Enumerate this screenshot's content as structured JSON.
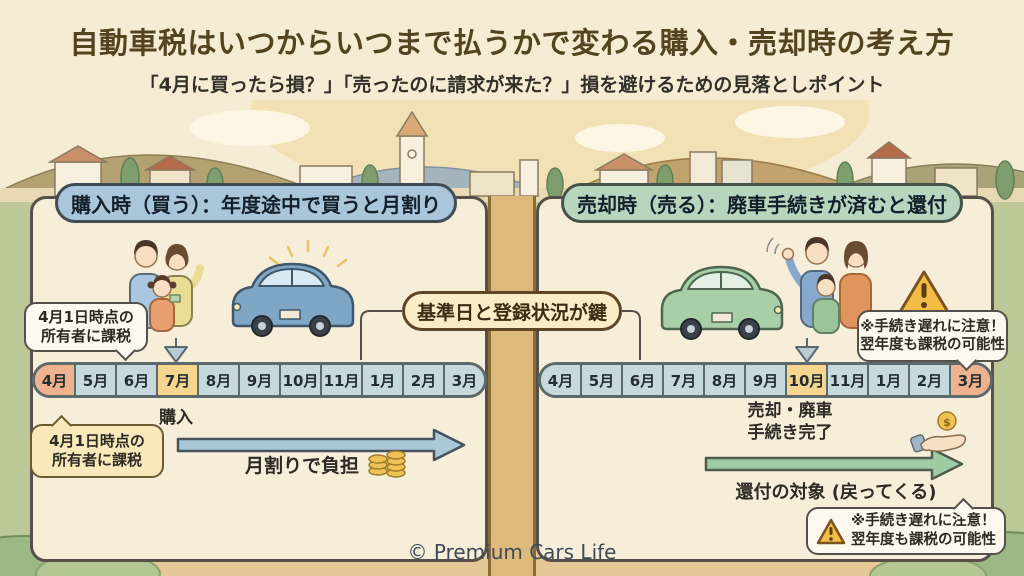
{
  "header": {
    "title": "自動車税はいつからいつまで払うかで変わる購入・売却時の考え方",
    "subtitle": "「4月に買ったら損？」「売ったのに請求が来た？」損を避けるための見落としポイント"
  },
  "months": [
    "4月",
    "5月",
    "6月",
    "7月",
    "8月",
    "9月",
    "10月",
    "11月",
    "1月",
    "2月",
    "3月"
  ],
  "center_badge": {
    "label": "基準日と登録状況が鍵"
  },
  "buy_panel": {
    "header": "購入時（買う）：年度途中で買うと月割り",
    "tax_bubble_top": {
      "line1": "4月1日時点の",
      "line2": "所有者に課税"
    },
    "tax_bubble_bottom": {
      "line1": "4月1日時点の",
      "line2": "所有者に課税"
    },
    "purchase_label": "購入",
    "proration_label": "月割りで負担"
  },
  "sell_panel": {
    "header": "売却時（売る）：廃車手続きが済むと還付",
    "completion_label": {
      "line1": "売却・廃車",
      "line2": "手続き完了"
    },
    "refund_label": "還付の対象 (戻ってくる)",
    "warning_top": {
      "line1": "※手続き遅れに注意！",
      "line2": "翌年度も課税の可能性"
    },
    "warning_bottom": {
      "line1": "※手続き遅れに注意！",
      "line2": "翌年度も課税の可能性"
    }
  },
  "footer": {
    "credit": "© Premium Cars Life"
  },
  "icons": {
    "warning": "warning-triangle",
    "coins": "coin-stack",
    "refund": "hand-with-coin",
    "pointer": "down-arrow"
  },
  "colors": {
    "title_text": "#54431f",
    "buy_header_bg": "#a9c6da",
    "sell_header_bg": "#b7d6bd",
    "badge_bg": "#f9ecc7",
    "month_default": "#c6dade",
    "month_start_highlight": "#efb28e",
    "month_event_highlight": "#f6d58e",
    "buy_arrow": "#abc8d9",
    "sell_arrow": "#9fcba5",
    "warning_yellow": "#f3bc45",
    "center_strip": "#ddb97c"
  }
}
